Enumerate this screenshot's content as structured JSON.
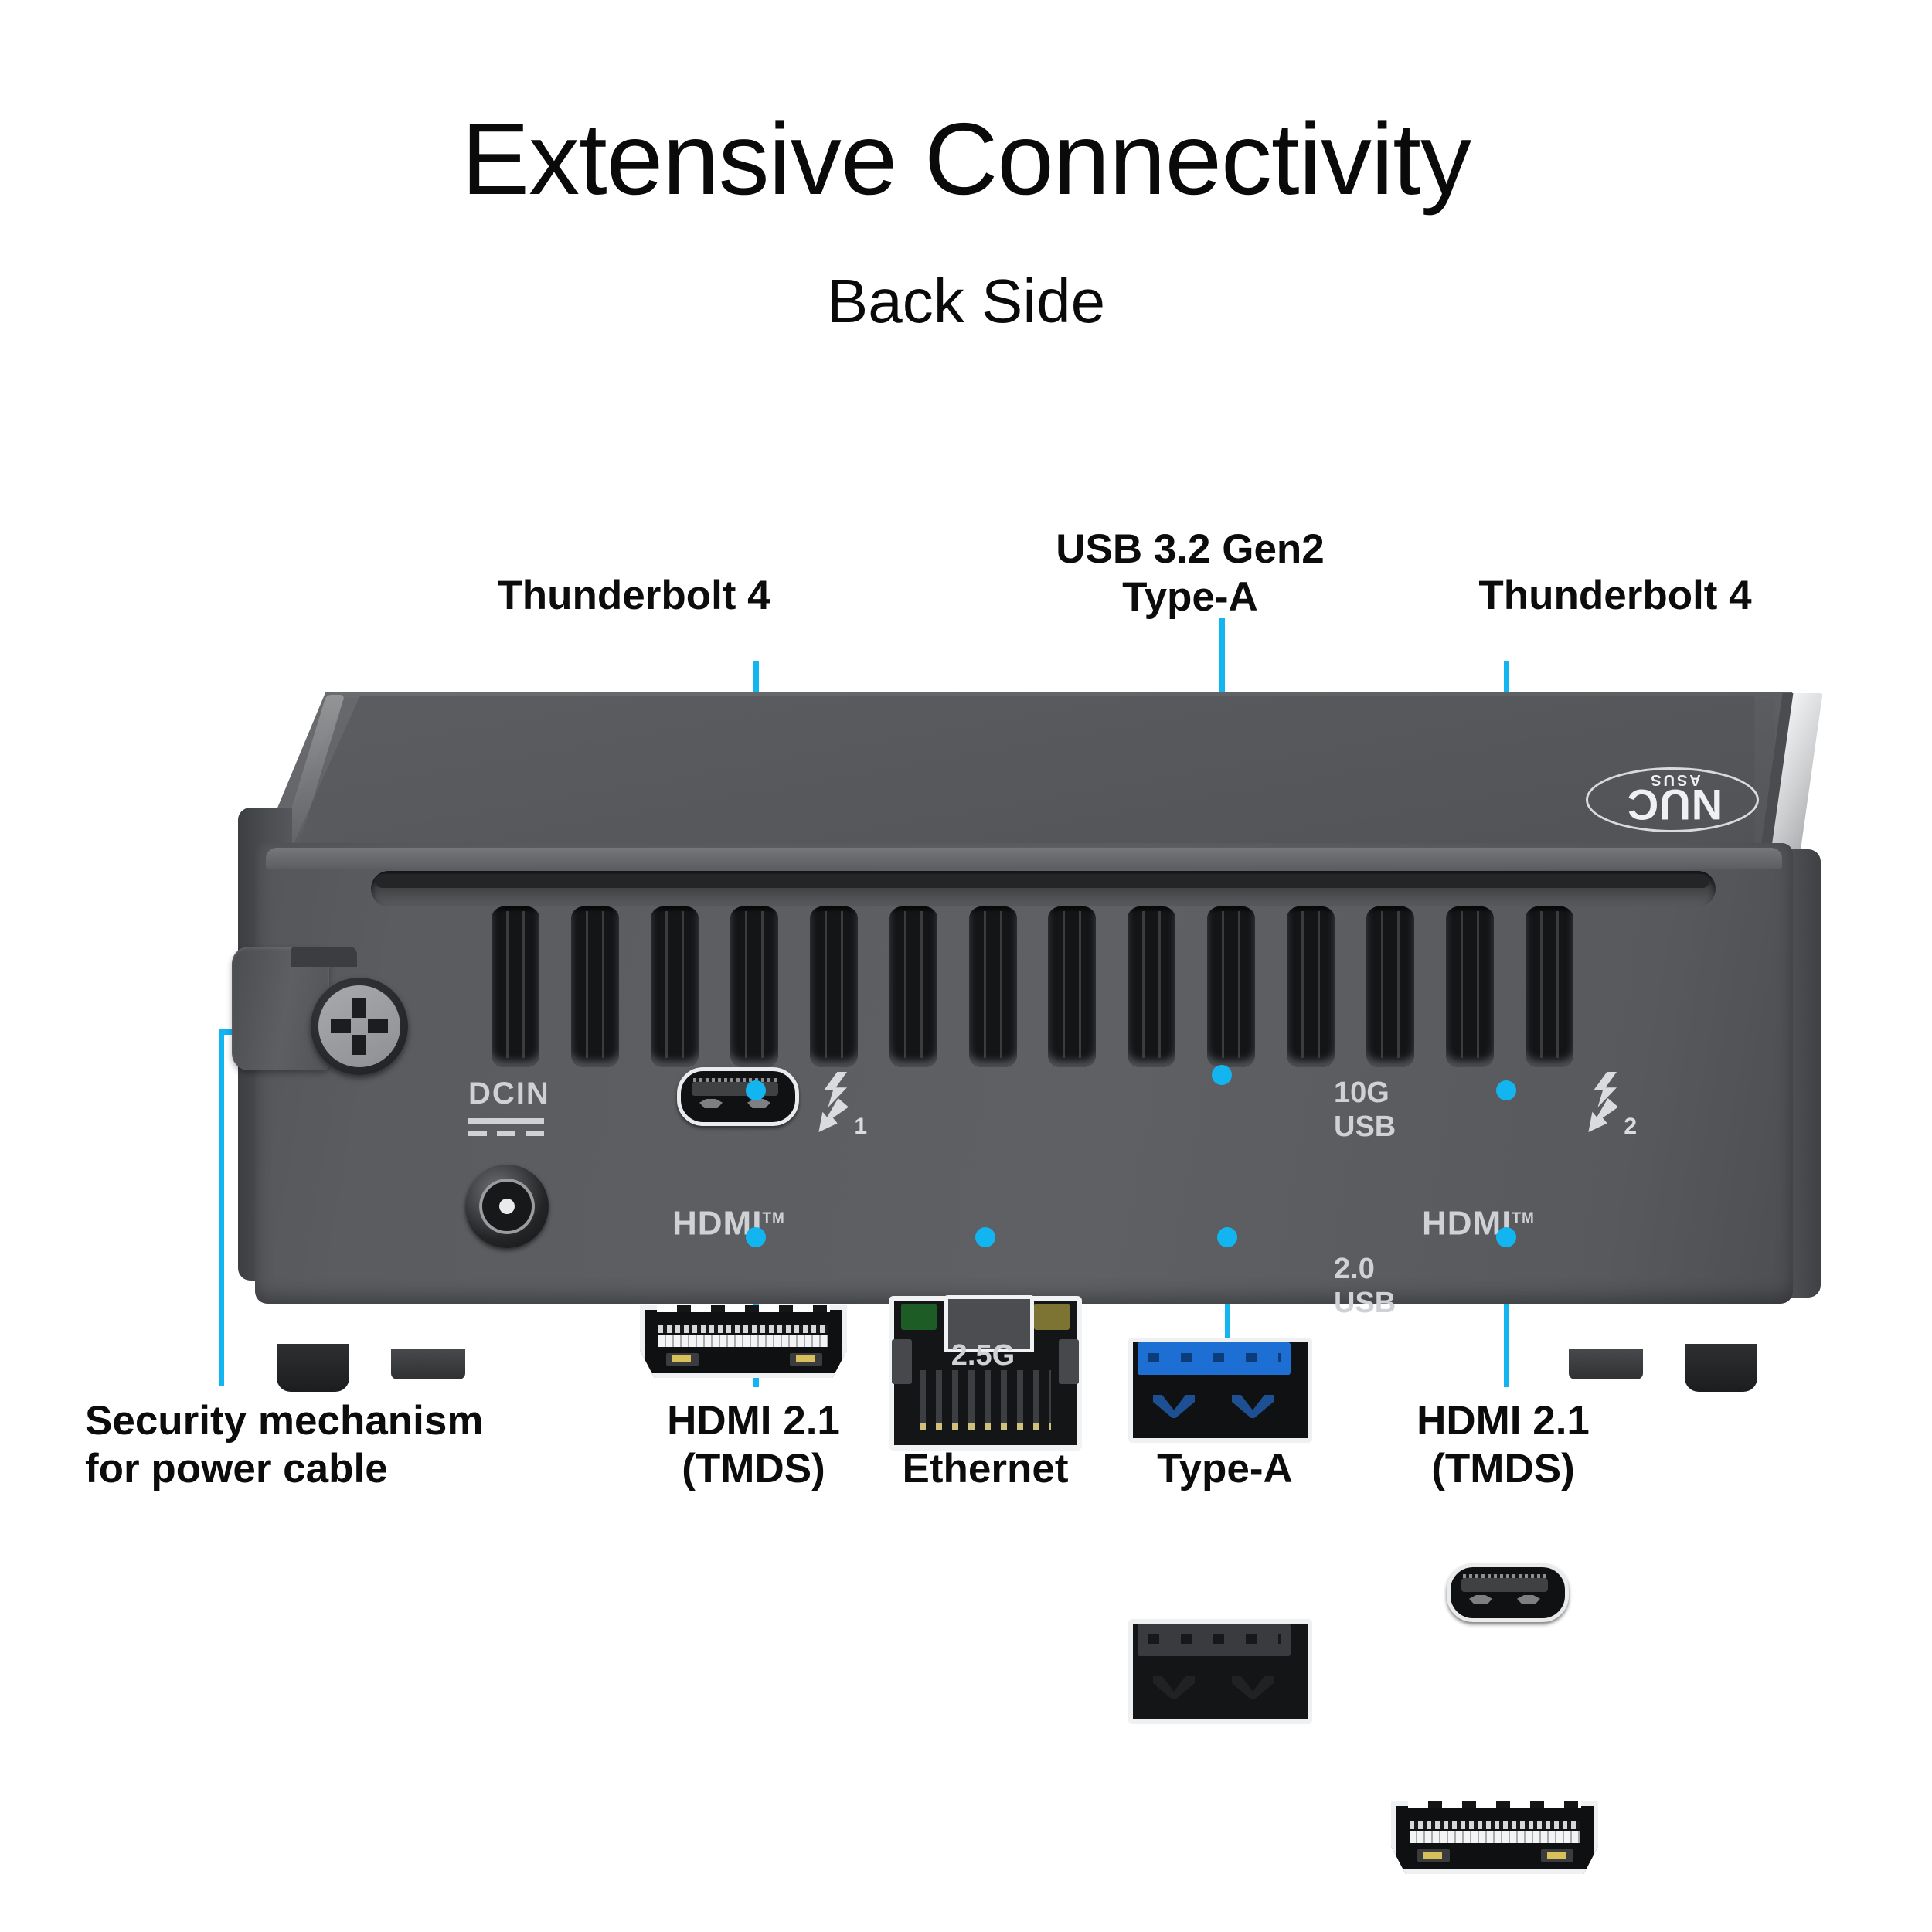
{
  "header": {
    "title": "Extensive Connectivity",
    "subtitle": "Back Side"
  },
  "accent_color": "#12b5ef",
  "callouts": {
    "top": [
      {
        "id": "thunderbolt-4-left",
        "label": "Thunderbolt  4"
      },
      {
        "id": "usb-32-gen2-type-a",
        "label": "USB 3.2 Gen2\nType-A"
      },
      {
        "id": "thunderbolt-4-right",
        "label": "Thunderbolt  4"
      }
    ],
    "bottom": [
      {
        "id": "security-mechanism",
        "label": "Security mechanism\nfor power cable"
      },
      {
        "id": "hdmi-left",
        "label": "HDMI 2.1\n(TMDS)"
      },
      {
        "id": "ethernet",
        "label": "2.5Gb\nEthernet"
      },
      {
        "id": "usb-20-type-a",
        "label": "USB 2.0\nType-A"
      },
      {
        "id": "hdmi-right",
        "label": "HDMI 2.1\n(TMDS)"
      }
    ]
  },
  "device": {
    "brand_logo": {
      "name": "NUC",
      "sub": "ASUS"
    },
    "silkscreen": {
      "dcin": "DCIN",
      "hdmi_left": "HDMI",
      "hdmi_left_tm": "TM",
      "hdmi_right": "HDMI",
      "hdmi_right_tm": "TM",
      "ethernet_speed": "2.5G",
      "usb_10g_line1": "10G",
      "usb_10g_line2": "USB",
      "usb_20_line1": "2.0",
      "usb_20_line2": "USB",
      "thunderbolt_1_index": "1",
      "thunderbolt_2_index": "2"
    }
  }
}
